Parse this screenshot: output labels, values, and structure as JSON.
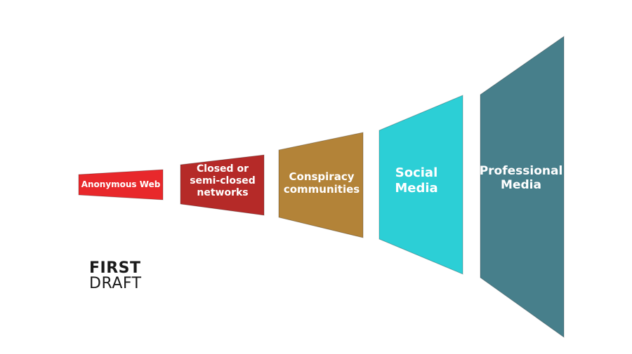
{
  "panels": [
    {
      "label": "Anonymous Web",
      "color": "#e8282b"
    },
    {
      "label": "Closed or\nsemi-closed\nnetworks",
      "color": "#b52a28"
    },
    {
      "label": "Conspiracy\ncommunities",
      "color": "#b38338"
    },
    {
      "label": "Social\nMedia",
      "color": "#2ccfd6"
    },
    {
      "label": "Professional\nMedia",
      "color": "#477f8b"
    }
  ],
  "logo": {
    "line1": "FIRST",
    "line2": "DRAFT"
  }
}
